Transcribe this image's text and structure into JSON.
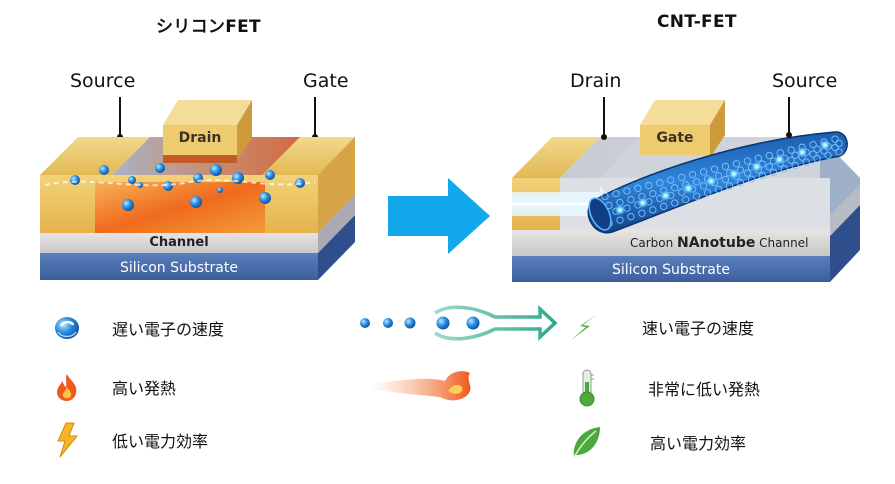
{
  "left_panel": {
    "title": "シリコンFET",
    "labels": {
      "source": "Source",
      "gate": "Gate",
      "drain": "Drain",
      "channel": "Channel",
      "substrate": "Silicon Substrate"
    },
    "colors": {
      "gold": "#e9c25a",
      "channel_hot": "#ec6a1e",
      "channel_layer": "#d9d7d6",
      "substrate": "#4a6fae",
      "electron": "#2e8fd8"
    }
  },
  "right_panel": {
    "title": "CNT-FET",
    "labels": {
      "drain": "Drain",
      "source": "Source",
      "gate": "Gate",
      "channel_prefix": "Carbon ",
      "channel_bold": "NAnotube",
      "channel_suffix": " Channel",
      "substrate": "Silicon Substrate"
    },
    "colors": {
      "gold": "#e9c25a",
      "metal": "#b9bfc8",
      "nanotube": "#1a5fb4",
      "glow": "#36b8ff",
      "substrate": "#4a6fae"
    }
  },
  "transition_arrow": {
    "icon": "big-right-arrow-icon",
    "color": "#12a8ec"
  },
  "silicon_legend": [
    {
      "icon": "slow-electron-icon",
      "text": "遅い電子の速度"
    },
    {
      "icon": "flame-icon",
      "text": "高い発熱"
    },
    {
      "icon": "lightning-bolt-icon",
      "text": "低い電力効率"
    }
  ],
  "cnt_legend": [
    {
      "icon": "fast-lightning-icon",
      "text": "速い電子の速度"
    },
    {
      "icon": "thermometer-icon",
      "text": "非常に低い発熱"
    },
    {
      "icon": "leaf-icon",
      "text": "高い電力効率"
    }
  ],
  "middle_icons": [
    {
      "icon": "electron-flow-arrow-icon"
    },
    {
      "icon": "fire-trail-icon"
    }
  ]
}
